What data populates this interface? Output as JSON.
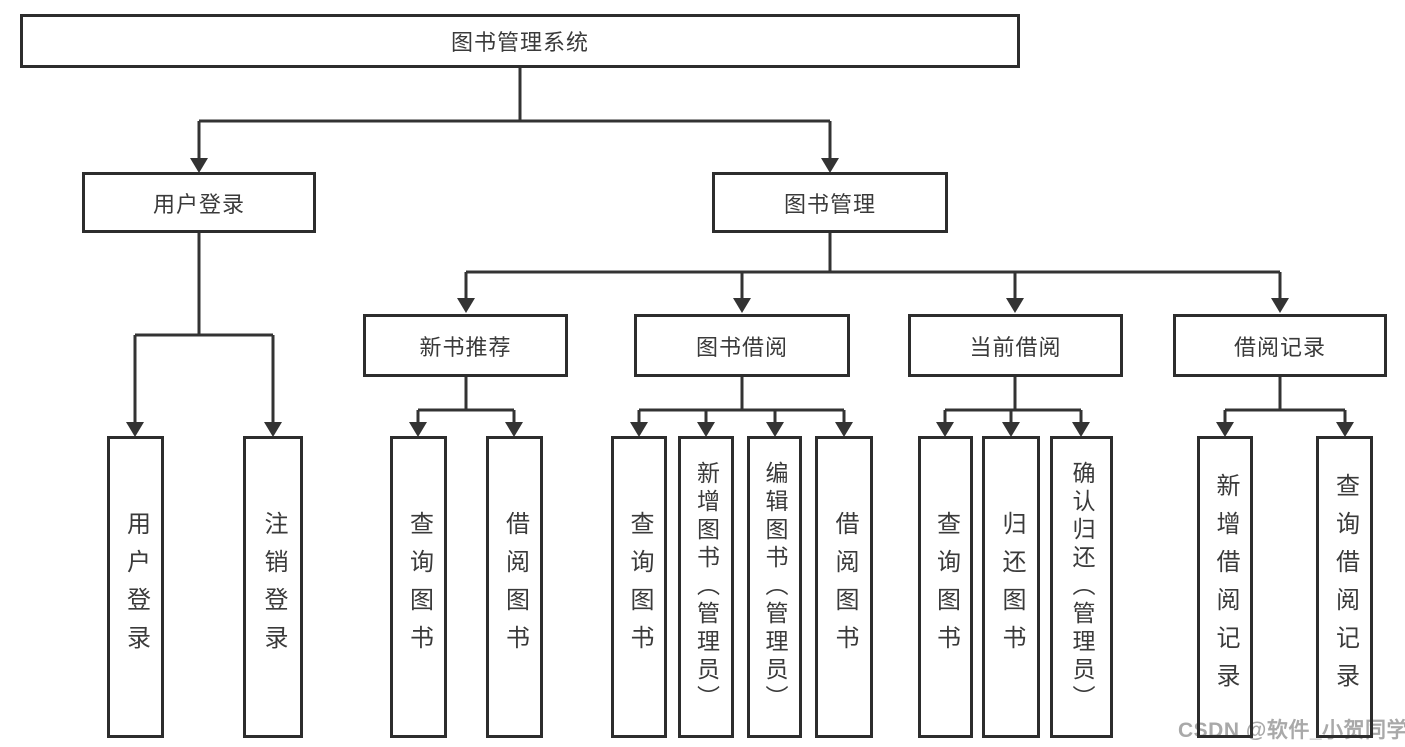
{
  "diagram": {
    "root": {
      "label": "图书管理系统"
    },
    "level2": {
      "user_login": {
        "label": "用户登录"
      },
      "book_mgmt": {
        "label": "图书管理"
      }
    },
    "level3": {
      "new_books": {
        "label": "新书推荐"
      },
      "book_borrow": {
        "label": "图书借阅"
      },
      "current_borrow": {
        "label": "当前借阅"
      },
      "borrow_records": {
        "label": "借阅记录"
      }
    },
    "leaves": {
      "user_login": {
        "label": "用户登录"
      },
      "logout": {
        "label": "注销登录"
      },
      "nb_query": {
        "label": "查询图书"
      },
      "nb_borrow": {
        "label": "借阅图书"
      },
      "bb_query": {
        "label": "查询图书"
      },
      "bb_add": {
        "label": "新增图书（管理员）"
      },
      "bb_edit": {
        "label": "编辑图书（管理员）"
      },
      "bb_borrow": {
        "label": "借阅图书"
      },
      "cb_query": {
        "label": "查询图书"
      },
      "cb_return": {
        "label": "归还图书"
      },
      "cb_confirm": {
        "label": "确认归还（管理员）"
      },
      "br_add": {
        "label": "新增借阅记录"
      },
      "br_query": {
        "label": "查询借阅记录"
      }
    },
    "watermark": "CSDN @软件_小贺同学",
    "colors": {
      "line": "#333333",
      "box_border": "#2d2d2d",
      "text": "#3a3a3a",
      "watermark": "#a9a9a9",
      "background": "#ffffff"
    }
  }
}
